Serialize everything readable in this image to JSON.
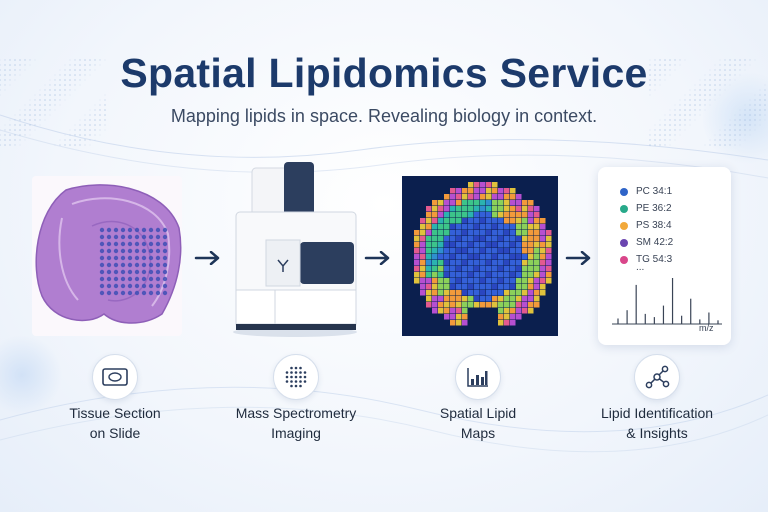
{
  "header": {
    "title": "Spatial Lipidomics Service",
    "subtitle": "Mapping lipids in space. Revealing biology in context."
  },
  "steps": [
    {
      "line1": "Tissue Section",
      "line2": "on Slide",
      "icon": "slide-icon"
    },
    {
      "line1": "Mass Spectrometry",
      "line2": "Imaging",
      "icon": "dots-icon"
    },
    {
      "line1": "Spatial Lipid",
      "line2": "Maps",
      "icon": "bar-chart-icon"
    },
    {
      "line1": "Lipid Identification",
      "line2": "& Insights",
      "icon": "network-icon"
    }
  ],
  "lipid_panel": {
    "entries": [
      {
        "label": "PC 34:1",
        "color": "#2f64c8"
      },
      {
        "label": "PE 36:2",
        "color": "#28a98a"
      },
      {
        "label": "PS 38:4",
        "color": "#f2a93b"
      },
      {
        "label": "SM 42:2",
        "color": "#6b45b0"
      },
      {
        "label": "TG 54:3",
        "color": "#d9468a"
      }
    ],
    "ellipsis": "...",
    "spectrum_axis": "m/z",
    "spectrum_peaks": [
      0.12,
      0.3,
      0.85,
      0.22,
      0.15,
      0.4,
      1.0,
      0.18,
      0.55,
      0.1,
      0.25,
      0.08
    ]
  },
  "colors": {
    "title": "#1c3a6b",
    "arrow": "#1e3558",
    "tissue": "#a774cc",
    "map_bg": "#0b1f4e"
  }
}
